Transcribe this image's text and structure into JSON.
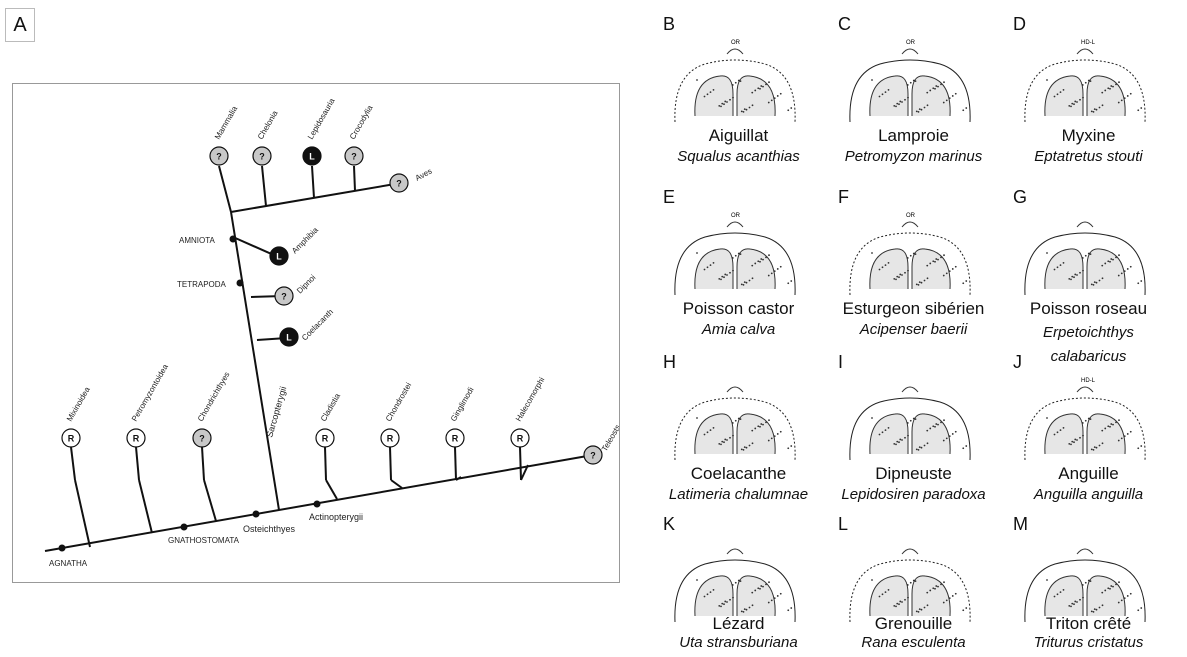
{
  "figure_label": "A",
  "tree": {
    "nodes": {
      "agnatha": "AGNATHA",
      "gnathostomata": "GNATHOSTOMATA",
      "osteichthyes": "Osteichthyes",
      "actinopterygii": "Actinopterygii",
      "sarcopterygii": "Sarcopterygii",
      "tetrapoda": "TETRAPODA",
      "amniota": "AMNIOTA"
    },
    "taxa": [
      {
        "id": "mammalia",
        "name": "Mammalia",
        "marker": "?",
        "fill": "#c8c8c8"
      },
      {
        "id": "chelonia",
        "name": "Chelonia",
        "marker": "?",
        "fill": "#c8c8c8"
      },
      {
        "id": "lepidosauria",
        "name": "Lepidosauria",
        "marker": "L",
        "fill": "#111111"
      },
      {
        "id": "crocodylia",
        "name": "Crocodylia",
        "marker": "?",
        "fill": "#c8c8c8"
      },
      {
        "id": "aves",
        "name": "Aves",
        "marker": "?",
        "fill": "#c8c8c8"
      },
      {
        "id": "amphibia",
        "name": "Amphibia",
        "marker": "L",
        "fill": "#111111"
      },
      {
        "id": "dipnoi",
        "name": "Dipnoi",
        "marker": "?",
        "fill": "#c8c8c8"
      },
      {
        "id": "coelacanth",
        "name": "Coelacanth",
        "marker": "L",
        "fill": "#111111"
      },
      {
        "id": "mixinoidea",
        "name": "Mixinoidea",
        "marker": "R",
        "fill": "#ffffff"
      },
      {
        "id": "petromyzontoidea",
        "name": "Petromyzontoidea",
        "marker": "R",
        "fill": "#ffffff"
      },
      {
        "id": "chondrichthyes",
        "name": "Chondrichthyes",
        "marker": "?",
        "fill": "#c8c8c8"
      },
      {
        "id": "cladistia",
        "name": "Cladistia",
        "marker": "R",
        "fill": "#ffffff"
      },
      {
        "id": "chondrostei",
        "name": "Chondrostei",
        "marker": "R",
        "fill": "#ffffff"
      },
      {
        "id": "ginglimodi",
        "name": "Ginglimodi",
        "marker": "R",
        "fill": "#ffffff"
      },
      {
        "id": "halecomorphi",
        "name": "Halecomorphi",
        "marker": "R",
        "fill": "#ffffff"
      },
      {
        "id": "teleosts",
        "name": "Teleosts",
        "marker": "?",
        "fill": "#c8c8c8"
      }
    ]
  },
  "panels": [
    {
      "letter": "B",
      "common": "Aiguillat",
      "latin": "Squalus acanthias",
      "label": "OR"
    },
    {
      "letter": "C",
      "common": "Lamproie",
      "latin": "Petromyzon marinus",
      "label": "OR"
    },
    {
      "letter": "D",
      "common": "Myxine",
      "latin": "Eptatretus stouti",
      "label": "HD-L"
    },
    {
      "letter": "E",
      "common": "Poisson castor",
      "latin": "Amia calva",
      "label": "OR"
    },
    {
      "letter": "F",
      "common": "Esturgeon sibérien",
      "latin": "Acipenser baerii",
      "label": "OR"
    },
    {
      "letter": "G",
      "common": "Poisson roseau",
      "latin": "Erpetoichthys calabaricus",
      "label": ""
    },
    {
      "letter": "H",
      "common": "Coelacanthe",
      "latin": "Latimeria chalumnae",
      "label": ""
    },
    {
      "letter": "I",
      "common": "Dipneuste",
      "latin": "Lepidosiren paradoxa",
      "label": ""
    },
    {
      "letter": "J",
      "common": "Anguille",
      "latin": "Anguilla anguilla",
      "label": "HD-L"
    },
    {
      "letter": "K",
      "common": "Lézard",
      "latin": "Uta stransburiana",
      "label": ""
    },
    {
      "letter": "L",
      "common": "Grenouille",
      "latin": "Rana esculenta",
      "label": ""
    },
    {
      "letter": "M",
      "common": "Triton crêté",
      "latin": "Triturus cristatus",
      "label": ""
    }
  ]
}
